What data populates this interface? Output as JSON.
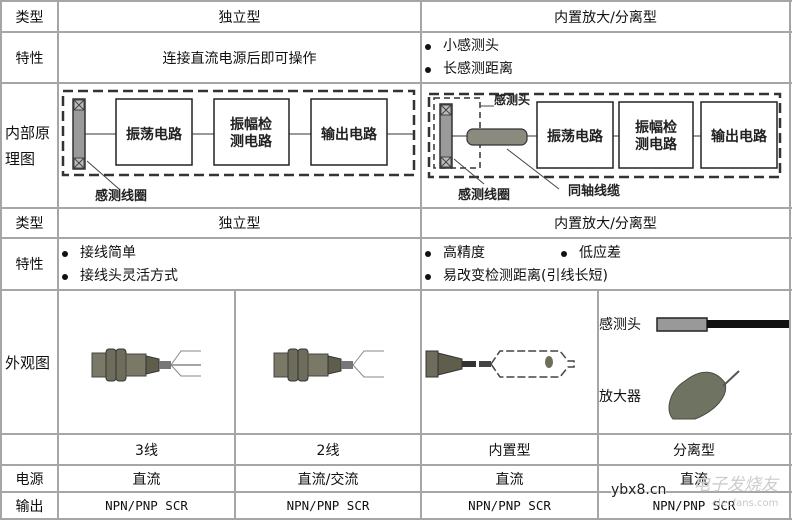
{
  "section1": {
    "type_label": "类型",
    "col_standalone": "独立型",
    "col_builtin": "内置放大/分离型",
    "feature_label": "特性",
    "standalone_feature": "连接直流电源后即可操作",
    "builtin_features": [
      "小感测头",
      "长感测距离"
    ],
    "principle_label_line1": "内部原",
    "principle_label_line2": "理图",
    "diagram_left": {
      "boxes": [
        "振荡电路",
        "振幅检|测电路",
        "输出电路"
      ],
      "coil_label": "感测线圈"
    },
    "diagram_right": {
      "head_label": "感测头",
      "boxes": [
        "振荡电路",
        "振幅检|测电路",
        "输出电路"
      ],
      "coil_label": "感测线圈",
      "cable_label": "同轴线缆"
    }
  },
  "section2": {
    "type_label": "类型",
    "col_standalone": "独立型",
    "col_builtin": "内置放大/分离型",
    "feature_label": "特性",
    "standalone_features": [
      "接线简单",
      "接线头灵活方式"
    ],
    "builtin_features_row1": [
      "高精度",
      "低应差"
    ],
    "builtin_features_row2": "易改变检测距离(引线长短)",
    "appearance_label": "外观图",
    "separate_head_label": "感测头",
    "separate_amp_label": "放大器",
    "subtypes": [
      "3线",
      "2线",
      "内置型",
      "分离型"
    ],
    "power_label": "电源",
    "power": [
      "直流",
      "直流/交流",
      "直流",
      "直流"
    ],
    "output_label": "输出",
    "output": [
      "NPN/PNP SCR",
      "NPN/PNP SCR",
      "NPN/PNP SCR",
      "NPN/PNP SCR"
    ]
  },
  "watermark": {
    "site": "ybx8.cn",
    "faint": "电子发烧友",
    "faint_url": "elecfans.com"
  }
}
